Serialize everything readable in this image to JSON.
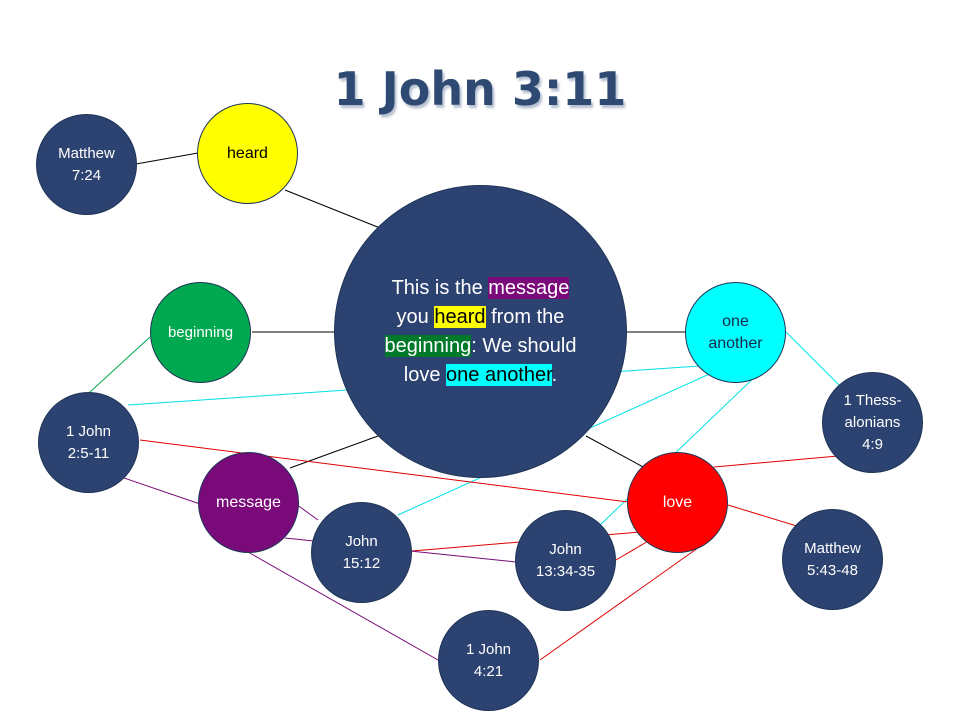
{
  "title": "1 John 3:11",
  "verse": {
    "parts": [
      {
        "text": "This is the ",
        "hl": ""
      },
      {
        "text": "message",
        "hl": "message"
      },
      {
        "text": " you ",
        "hl": ""
      },
      {
        "text": "heard",
        "hl": "heard"
      },
      {
        "text": " from the ",
        "hl": ""
      },
      {
        "text": "beginning",
        "hl": "beginning"
      },
      {
        "text": ": We should love ",
        "hl": ""
      },
      {
        "text": "one another",
        "hl": "one"
      },
      {
        "text": ".",
        "hl": ""
      }
    ]
  },
  "colors": {
    "ref_fill": "#2c4270",
    "heard": "#ffff00",
    "beginning": "#00a84f",
    "one_another": "#00ffff",
    "message": "#7a0a7a",
    "love": "#ff0000"
  },
  "nodes": {
    "heard": "heard",
    "beginning": "beginning",
    "one_another": "one\nanother",
    "message": "message",
    "love": "love",
    "matthew_7_24": "Matthew\n7:24",
    "john1_2_5": "1 John\n2:5-11",
    "thess_4_9": "1 Thess-\nalonians\n4:9",
    "john_15_12": "John\n15:12",
    "john_13_34": "John\n13:34-35",
    "matthew_5_43": "Matthew\n5:43-48",
    "john1_4_21": "1 John\n4:21"
  }
}
